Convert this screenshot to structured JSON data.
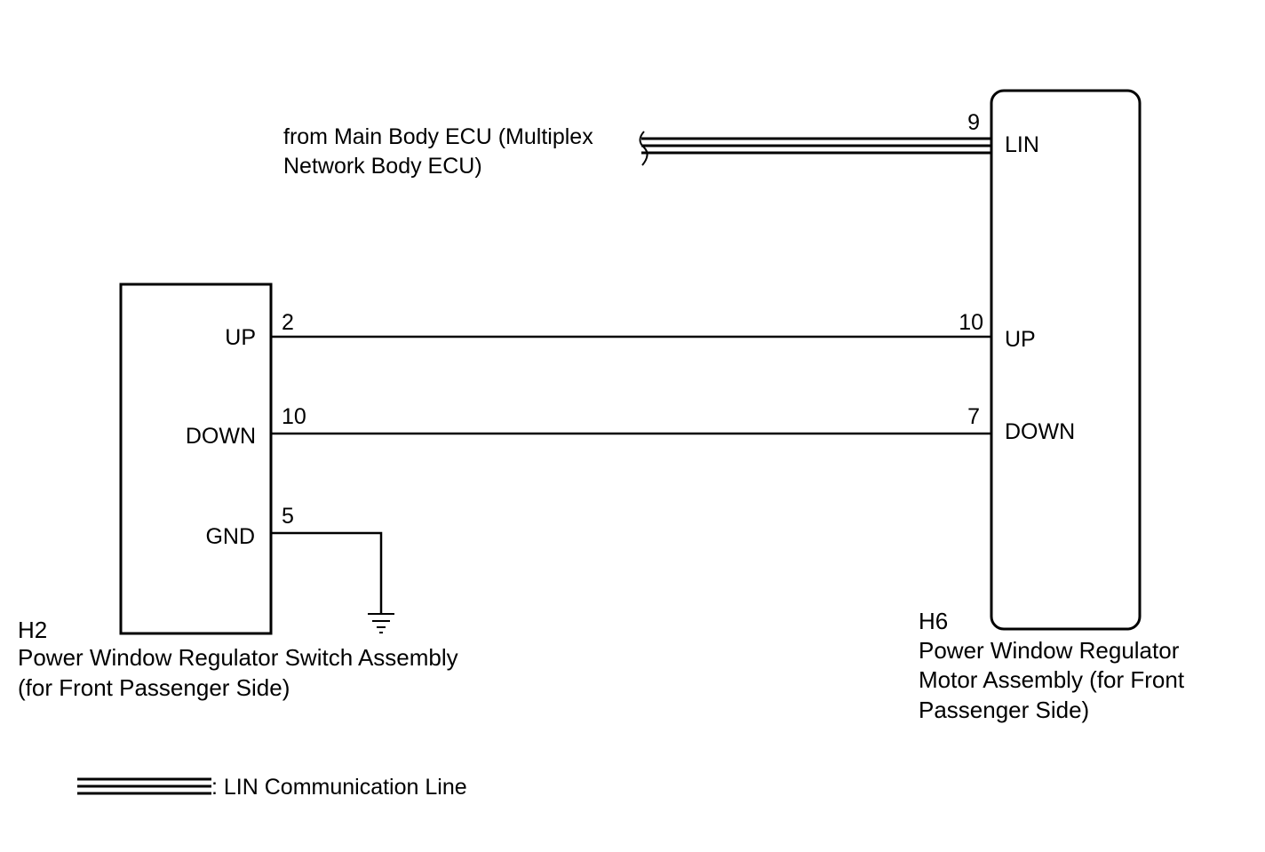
{
  "source": {
    "label_line1": "from Main Body ECU (Multiplex",
    "label_line2": "Network Body ECU)"
  },
  "switch_assembly": {
    "code": "H2",
    "name_line1": "Power Window Regulator Switch Assembly",
    "name_line2": "(for Front Passenger Side)",
    "pins": [
      {
        "signal": "UP",
        "pin": "2"
      },
      {
        "signal": "DOWN",
        "pin": "10"
      },
      {
        "signal": "GND",
        "pin": "5"
      }
    ]
  },
  "motor_assembly": {
    "code": "H6",
    "name_line1": "Power Window Regulator",
    "name_line2": "Motor Assembly (for Front",
    "name_line3": "Passenger Side)",
    "pins": [
      {
        "signal": "LIN",
        "pin": "9"
      },
      {
        "signal": "UP",
        "pin": "10"
      },
      {
        "signal": "DOWN",
        "pin": "7"
      }
    ]
  },
  "legend": {
    "lin_line_label": ": LIN Communication Line"
  },
  "colors": {
    "line": "#000000",
    "background": "#ffffff"
  }
}
